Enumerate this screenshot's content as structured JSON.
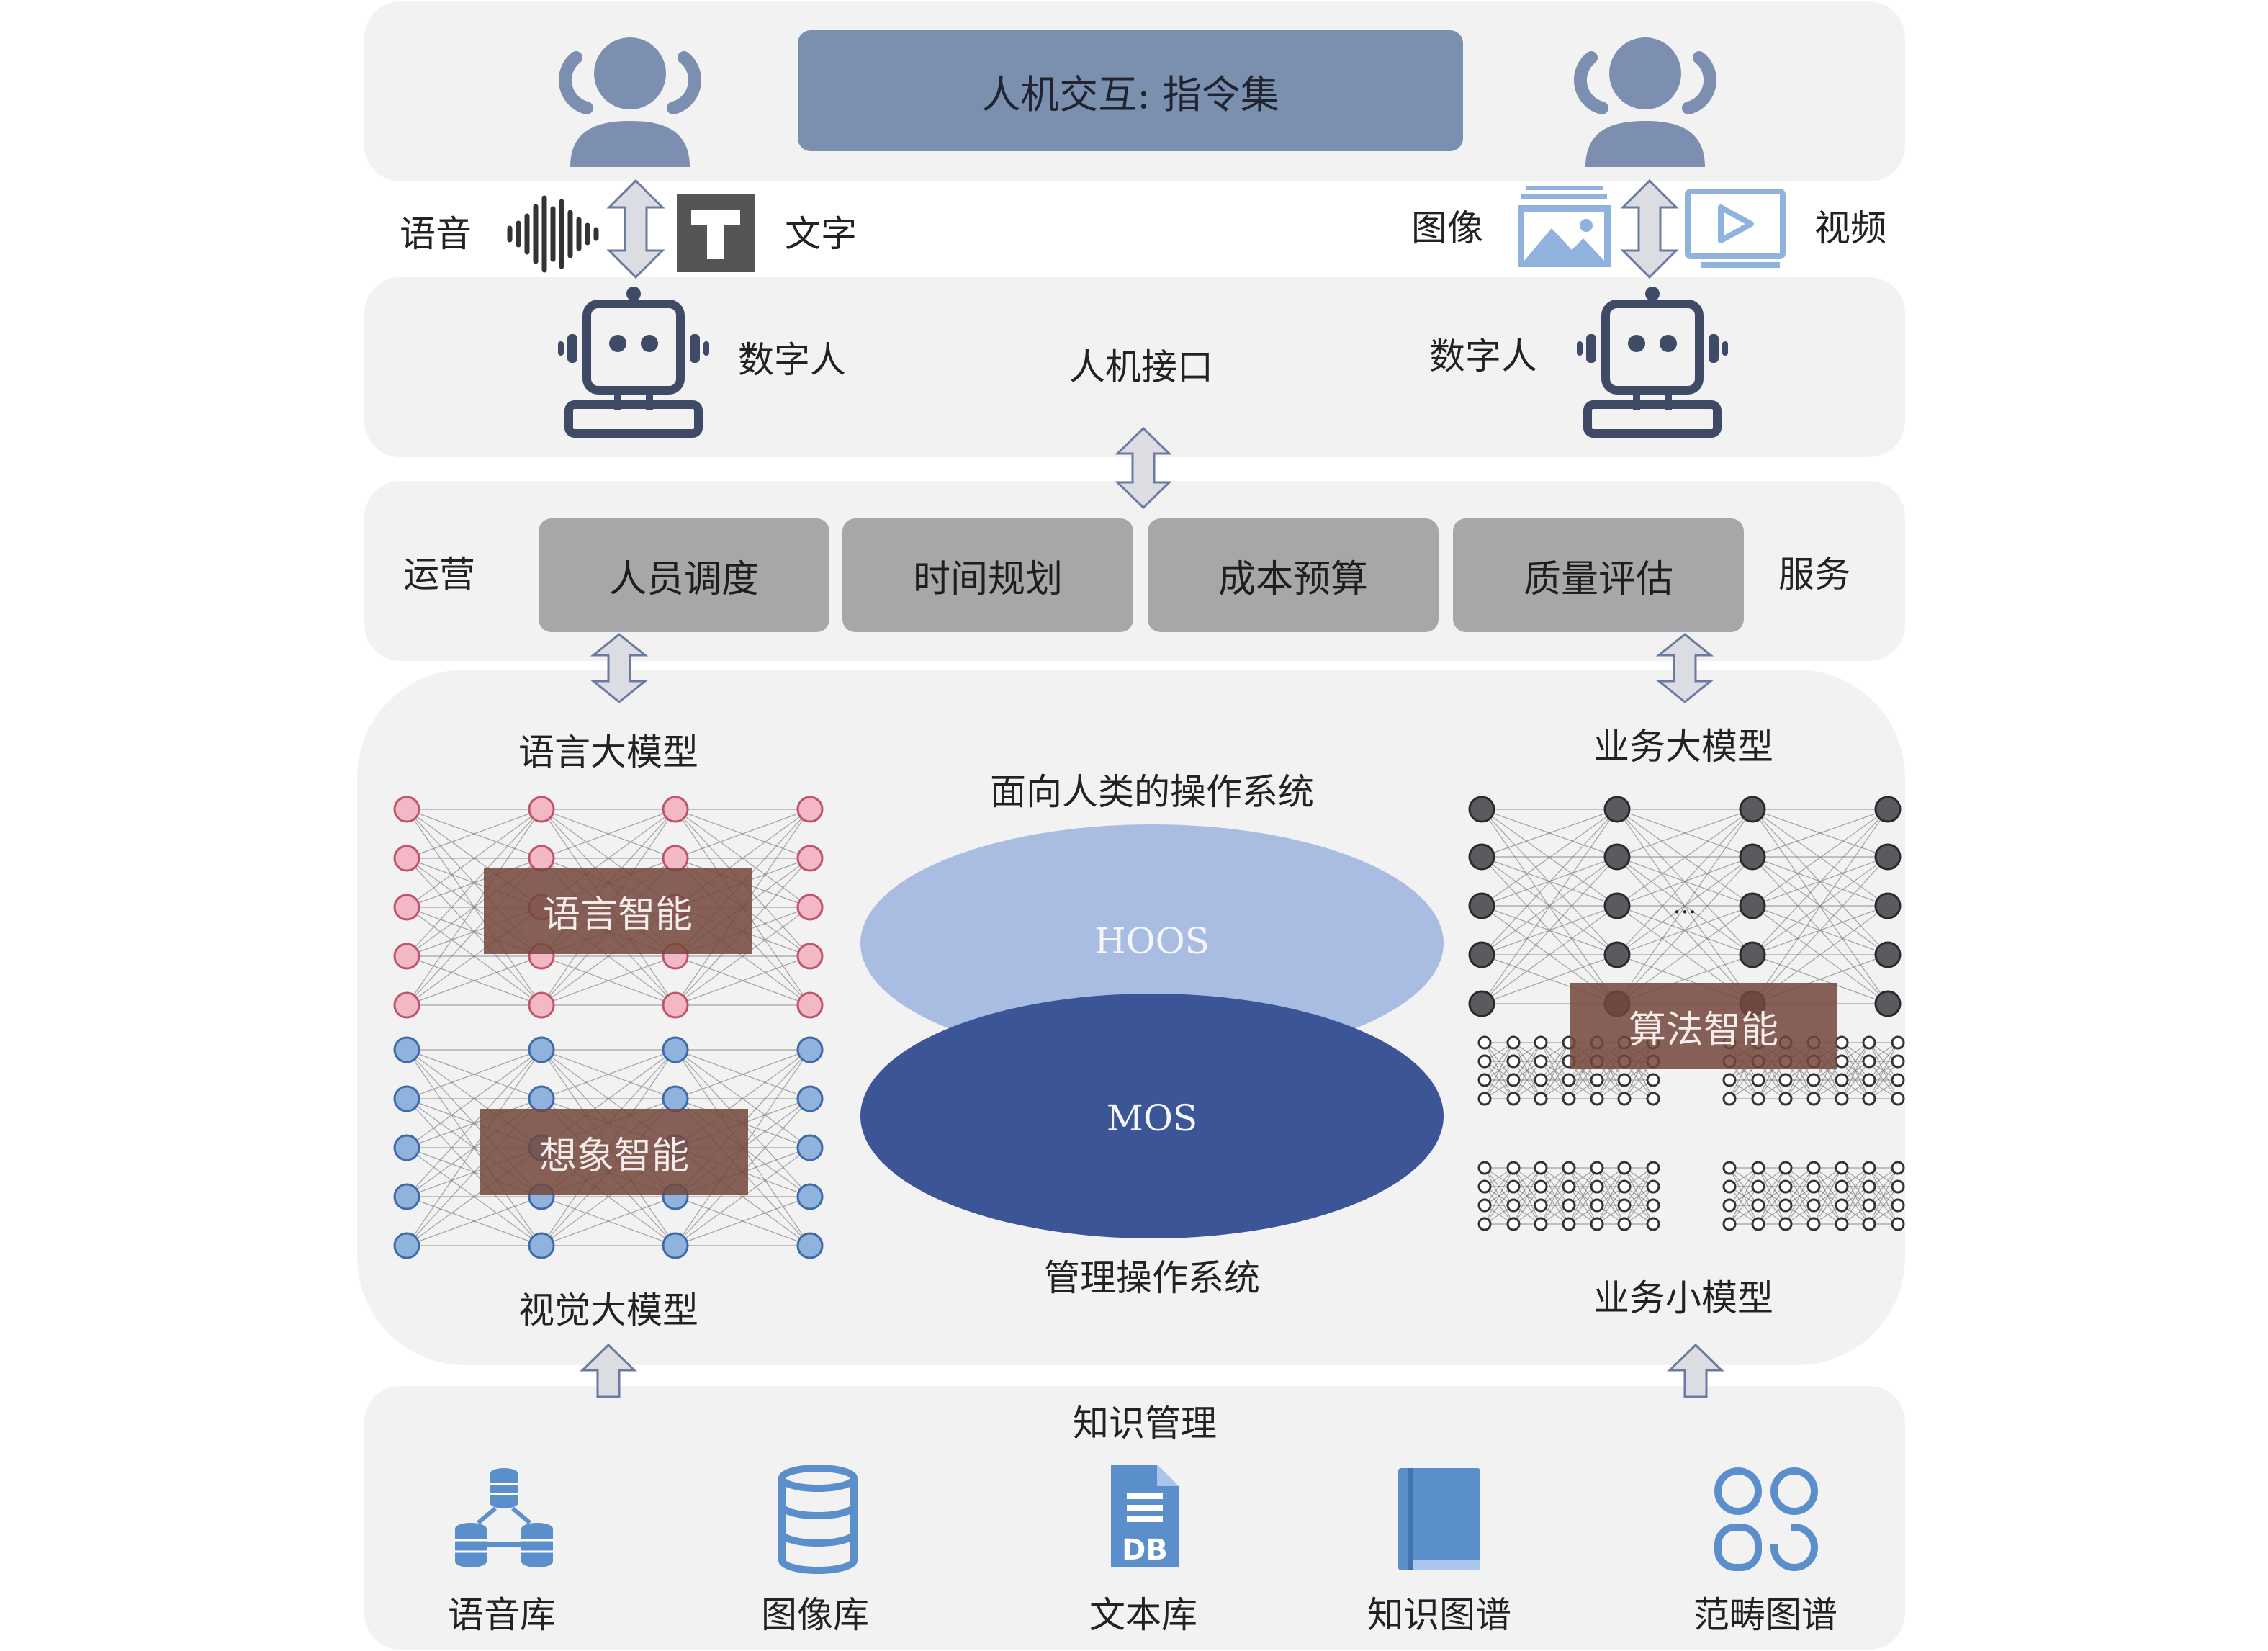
{
  "top": {
    "title": "人机交互: 指令集",
    "left_labels": {
      "voice": "语音",
      "text": "文字"
    },
    "right_labels": {
      "image": "图像",
      "video": "视频"
    }
  },
  "interface": {
    "label": "人机接口",
    "digital_human_left": "数字人",
    "digital_human_right": "数字人"
  },
  "ops": {
    "left_label": "运营",
    "right_label": "服务",
    "boxes": [
      "人员调度",
      "时间规划",
      "成本预算",
      "质量评估"
    ]
  },
  "core": {
    "lang_model": "语言大模型",
    "vision_model": "视觉大模型",
    "lang_intel": "语言智能",
    "imag_intel": "想象智能",
    "hoos_caption": "面向人类的操作系统",
    "hoos": "HOOS",
    "mos": "MOS",
    "mos_caption": "管理操作系统",
    "biz_model": "业务大模型",
    "biz_small_model": "业务小模型",
    "algo_intel": "算法智能",
    "ellipsis": "..."
  },
  "knowledge": {
    "title": "知识管理",
    "items": [
      {
        "label": "语音库",
        "icon": "database-network-icon"
      },
      {
        "label": "图像库",
        "icon": "database-icon"
      },
      {
        "label": "文本库",
        "icon": "db-file-icon"
      },
      {
        "label": "知识图谱",
        "icon": "book-icon"
      },
      {
        "label": "范畴图谱",
        "icon": "apps-grid-icon"
      }
    ],
    "db_label": "DB"
  },
  "colors": {
    "band": "#f2f2f2",
    "title_box": "#7b8fae",
    "ops_box": "#a7a7a9",
    "brown_overlay": "#73463c",
    "hoos": "#a9bde3",
    "mos": "#3c5596",
    "node_pink": "#f2b8c6",
    "node_blue": "#8fb3dc",
    "node_gray": "#5a5a5f",
    "icon_blue": "#5b8fcc",
    "icon_navy": "#3e4a66"
  }
}
